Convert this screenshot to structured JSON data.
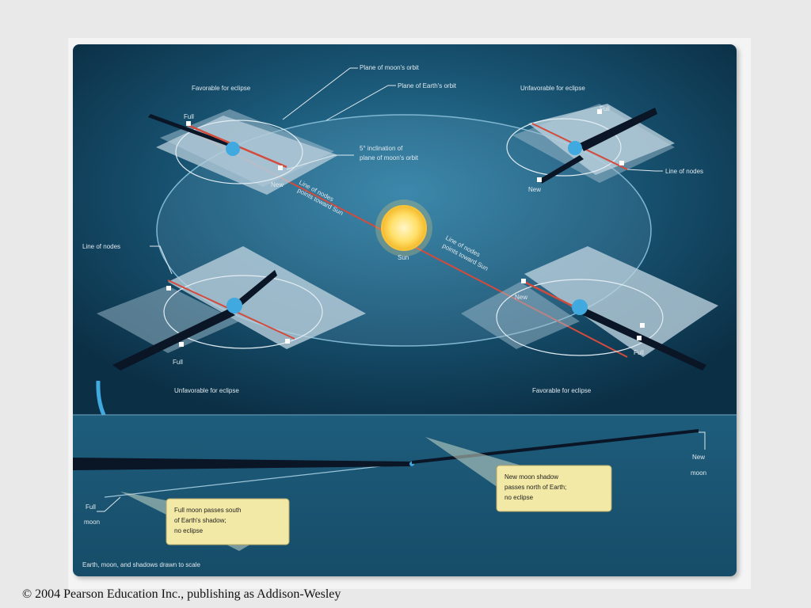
{
  "figure": {
    "labels": {
      "plane_moon_orbit": "Plane of moon's orbit",
      "plane_earth_orbit": "Plane of Earth's orbit",
      "favorable_top_left": "Favorable for eclipse",
      "unfavorable_top_right": "Unfavorable for eclipse",
      "unfavorable_bottom_left": "Unfavorable for eclipse",
      "favorable_bottom_right": "Favorable for eclipse",
      "inclination_line1": "5° inclination of",
      "inclination_line2": "plane of moon's orbit",
      "line_of_nodes_left": "Line of nodes",
      "line_of_nodes_right": "Line of nodes",
      "sun": "Sun",
      "full": "Full",
      "new": "New",
      "line_nodes_through_sun_tl1": "Line of nodes",
      "line_nodes_through_sun_tl2": "points toward Sun",
      "line_nodes_through_sun_br1": "Line of nodes",
      "line_nodes_through_sun_br2": "points toward Sun"
    },
    "lower_panel": {
      "new_moon_line1": "New",
      "new_moon_line2": "moon",
      "full_moon_line1": "Full",
      "full_moon_line2": "moon",
      "box_new": [
        "New moon shadow",
        "passes north of Earth;",
        "no eclipse"
      ],
      "box_full": [
        "Full moon passes south",
        "of Earth's shadow;",
        "no eclipse"
      ],
      "scale_note": "Earth, moon, and shadows drawn to scale"
    }
  },
  "caption": "© 2004 Pearson Education Inc., publishing as Addison-Wesley",
  "colors": {
    "panel_dark": "#0f3a52",
    "panel_mid": "#1d5f7e",
    "plane_light": "#b9cfdc",
    "sun": "#ffd84a",
    "earth": "#3fa9e0",
    "shadow": "#0a1526",
    "node_line": "#d24b3c",
    "callout": "#f3e9a6"
  }
}
